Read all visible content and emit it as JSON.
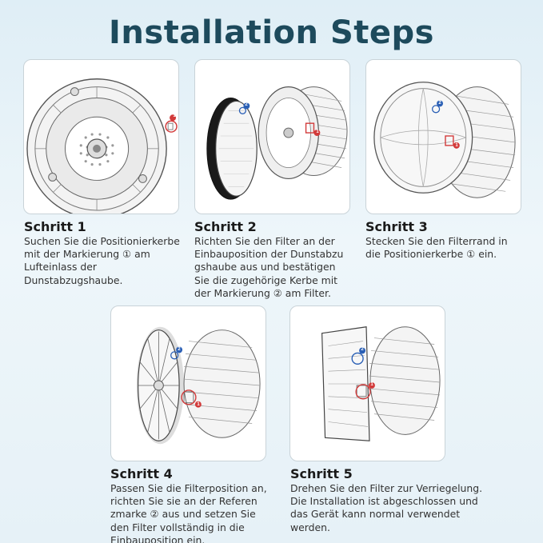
{
  "page": {
    "title": "Installation Steps"
  },
  "steps": [
    {
      "title": "Schritt 1",
      "desc": "Suchen Sie die Positionierkerbe\nmit der Markierung ① am\nLufteinlass der\nDunstabzugshaube."
    },
    {
      "title": "Schritt 2",
      "desc": "Richten Sie den Filter an der\nEinbauposition der Dunstabzu\ngshaube aus und bestätigen\nSie die zugehörige Kerbe mit\nder Markierung ② am Filter."
    },
    {
      "title": "Schritt 3",
      "desc": "Stecken Sie den Filterrand in\ndie Positionierkerbe ① ein."
    },
    {
      "title": "Schritt 4",
      "desc": "Passen Sie die Filterposition an,\nrichten Sie sie an der Referen\nzmarke ② aus und setzen Sie\nden Filter vollständig in die\nEinbauposition ein."
    },
    {
      "title": "Schritt 5",
      "desc": "Drehen Sie den Filter zur Verriegelung.\nDie Installation ist abgeschlossen und\ndas Gerät kann normal verwendet\nwerden."
    }
  ],
  "markers": {
    "one": "1",
    "two": "2"
  },
  "colors": {
    "title": "#1d4a5c",
    "marker_red": "#d23a3a",
    "marker_blue": "#2a5fb5"
  }
}
